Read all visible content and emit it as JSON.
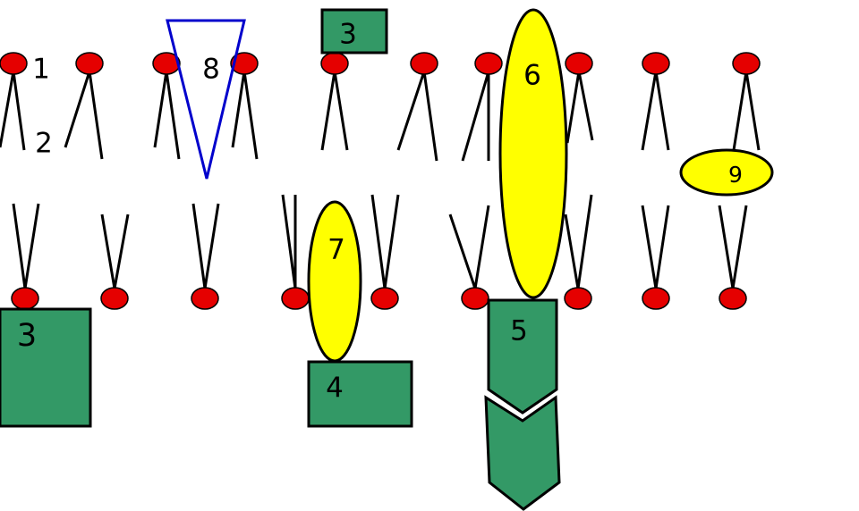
{
  "labels": {
    "lipid_head": "1",
    "lipid_tail": "2",
    "peripheral_top": "3",
    "peripheral_bottom_left": "3",
    "protein_4": "4",
    "protein_5": "5",
    "protein_6": "6",
    "protein_7": "7",
    "channel_8": "8",
    "protein_9": "9"
  },
  "colors": {
    "lipid_head": "#e50000",
    "protein_green": "#339966",
    "protein_yellow": "#ffff00",
    "channel_outline": "#0000cc",
    "outline": "#000000"
  }
}
